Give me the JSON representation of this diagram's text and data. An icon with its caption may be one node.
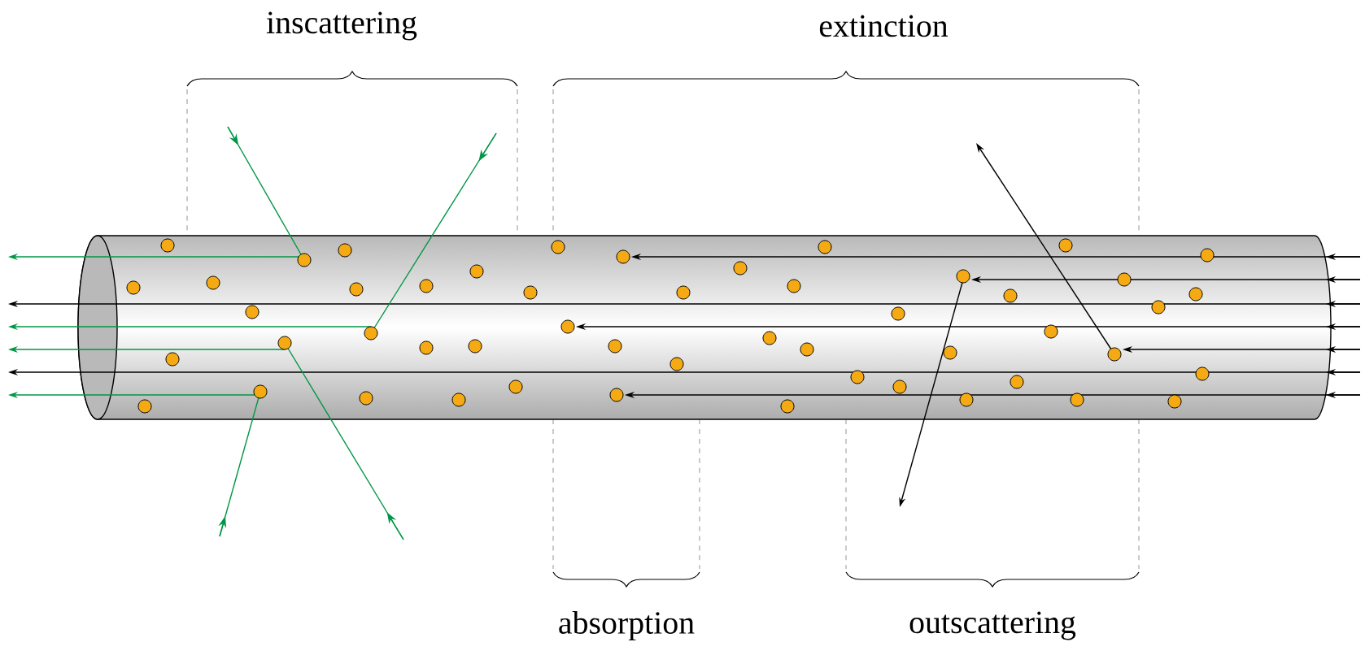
{
  "diagram": {
    "labels": [
      "inscattering",
      "extinction",
      "absorption",
      "outscattering"
    ]
  }
}
